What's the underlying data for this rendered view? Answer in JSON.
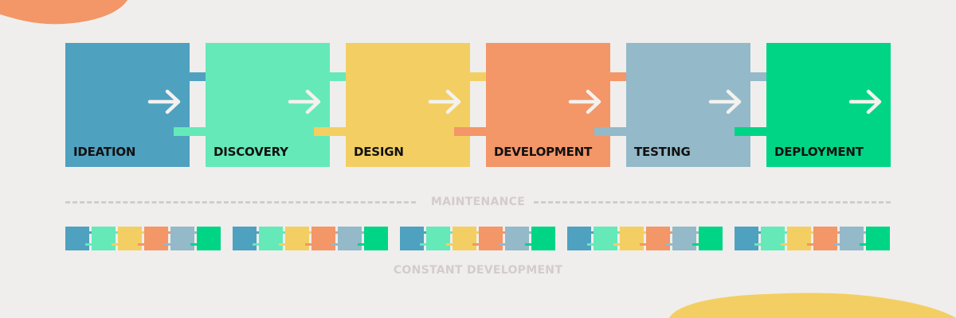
{
  "stages": [
    {
      "label": "IDEATION",
      "color": "#4fa1c0"
    },
    {
      "label": "DISCOVERY",
      "color": "#65e9b9"
    },
    {
      "label": "DESIGN",
      "color": "#f3cf63"
    },
    {
      "label": "DEVELOPMENT",
      "color": "#f39668"
    },
    {
      "label": "TESTING",
      "color": "#94b9c9"
    },
    {
      "label": "DEPLOYMENT",
      "color": "#00d586"
    }
  ],
  "arrow_icon": "arrow-right-icon",
  "maintenance_label": "MAINTENANCE",
  "constant_label": "CONSTANT DEVELOPMENT",
  "accent_colors": {
    "background": "#efeeec",
    "blob_top_left": "#f39668",
    "blob_bottom_right": "#f3cf63",
    "dashes": "#d3ccc9",
    "caption_text": "#d4cccb",
    "arrow": "#f4f2ef"
  }
}
